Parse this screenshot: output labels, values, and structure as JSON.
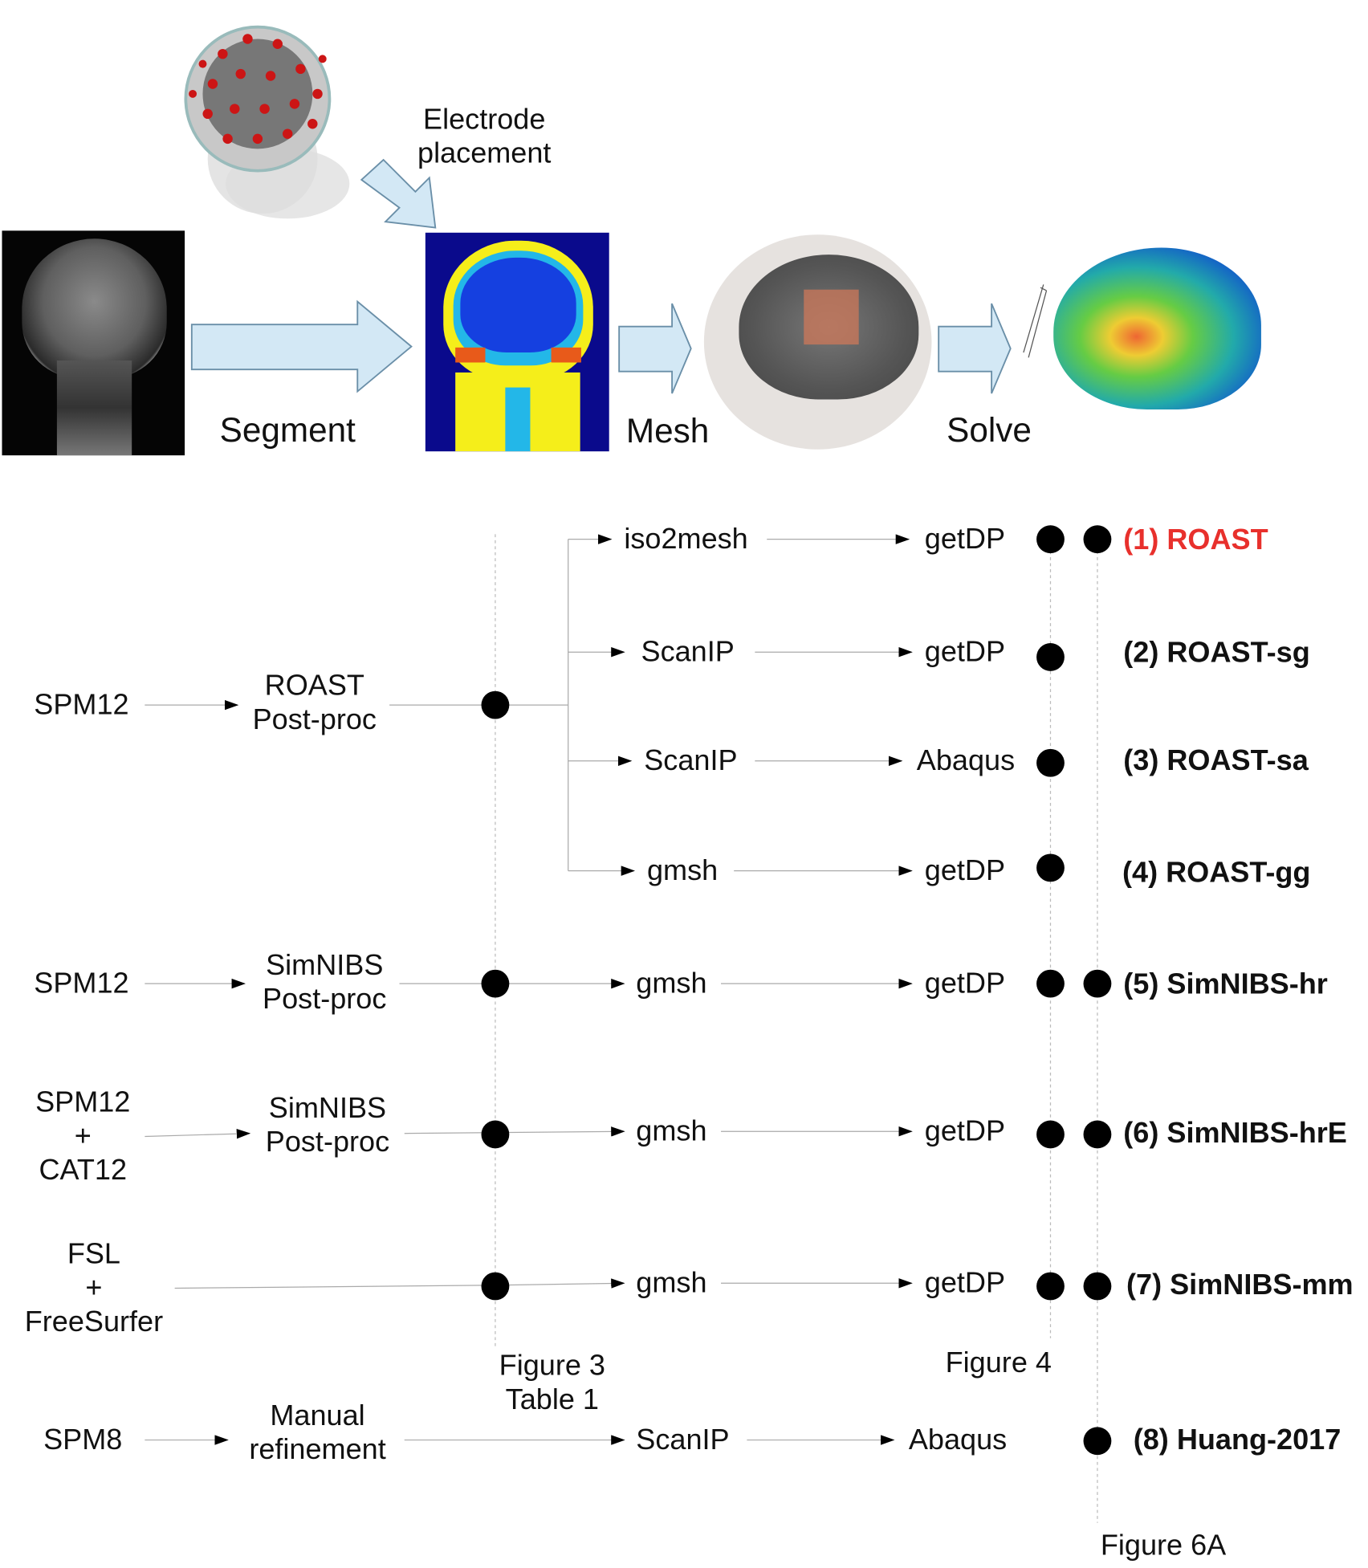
{
  "pipeline": {
    "electrode_placement": [
      "Electrode",
      "placement"
    ],
    "segment": "Segment",
    "mesh": "Mesh",
    "solve": "Solve"
  },
  "flow": {
    "sources": {
      "spm12_a": "SPM12",
      "spm12_b": "SPM12",
      "spm12_cat": [
        "SPM12",
        "+",
        "CAT12"
      ],
      "fsl": [
        "FSL",
        "+",
        "FreeSurfer"
      ],
      "spm8": "SPM8"
    },
    "postproc": {
      "roast": [
        "ROAST",
        "Post-proc"
      ],
      "simnibs_a": [
        "SimNIBS",
        "Post-proc"
      ],
      "simnibs_b": [
        "SimNIBS",
        "Post-proc"
      ],
      "manual": [
        "Manual",
        "refinement"
      ]
    },
    "rows": [
      {
        "mesher": "iso2mesh",
        "solver": "getDP",
        "label": "(1) ROAST"
      },
      {
        "mesher": "ScanIP",
        "solver": "getDP",
        "label": "(2) ROAST-sg"
      },
      {
        "mesher": "ScanIP",
        "solver": "Abaqus",
        "label": "(3) ROAST-sa"
      },
      {
        "mesher": "gmsh",
        "solver": "getDP",
        "label": "(4) ROAST-gg"
      },
      {
        "mesher": "gmsh",
        "solver": "getDP",
        "label": "(5) SimNIBS-hr"
      },
      {
        "mesher": "gmsh",
        "solver": "getDP",
        "label": "(6) SimNIBS-hrE"
      },
      {
        "mesher": "gmsh",
        "solver": "getDP",
        "label": "(7) SimNIBS-mm"
      },
      {
        "mesher": "ScanIP",
        "solver": "Abaqus",
        "label": "(8) Huang-2017"
      }
    ],
    "figure3": [
      "Figure 3",
      "Table 1"
    ],
    "figure4": "Figure 4",
    "figure6a": "Figure 6A",
    "highlight_color": "#e8302c"
  }
}
